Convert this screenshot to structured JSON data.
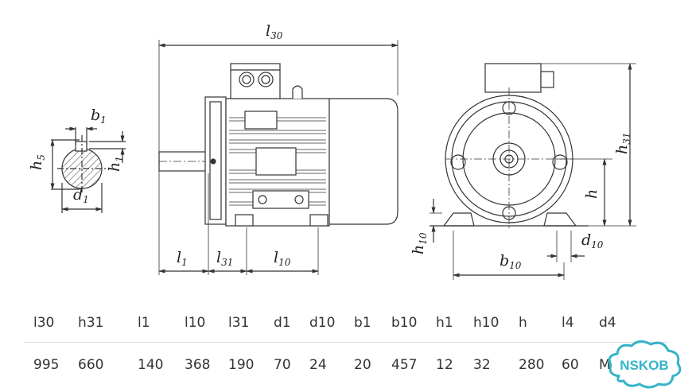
{
  "drawing": {
    "shaft_labels": {
      "b1": "b",
      "b1_sub": "1",
      "h5": "h",
      "h5_sub": "5",
      "h1": "h",
      "h1_sub": "1",
      "d1": "d",
      "d1_sub": "1"
    },
    "side_labels": {
      "l30": "l",
      "l30_sub": "30",
      "l1": "l",
      "l1_sub": "1",
      "l31": "l",
      "l31_sub": "31",
      "l10": "l",
      "l10_sub": "10"
    },
    "front_labels": {
      "h31": "h",
      "h31_sub": "31",
      "h": "h",
      "h10": "h",
      "h10_sub": "10",
      "d10": "d",
      "d10_sub": "10",
      "b10": "b",
      "b10_sub": "10"
    }
  },
  "table": {
    "headers": [
      "l30",
      "h31",
      "l1",
      "l10",
      "l31",
      "d1",
      "d10",
      "b1",
      "b10",
      "h1",
      "h10",
      "h",
      "l4",
      "d4"
    ],
    "values": [
      "995",
      "660",
      "140",
      "368",
      "190",
      "70",
      "24",
      "20",
      "457",
      "12",
      "32",
      "280",
      "60",
      "M"
    ]
  },
  "watermark": {
    "text": "NSKOB",
    "color": "#34b4c8"
  }
}
